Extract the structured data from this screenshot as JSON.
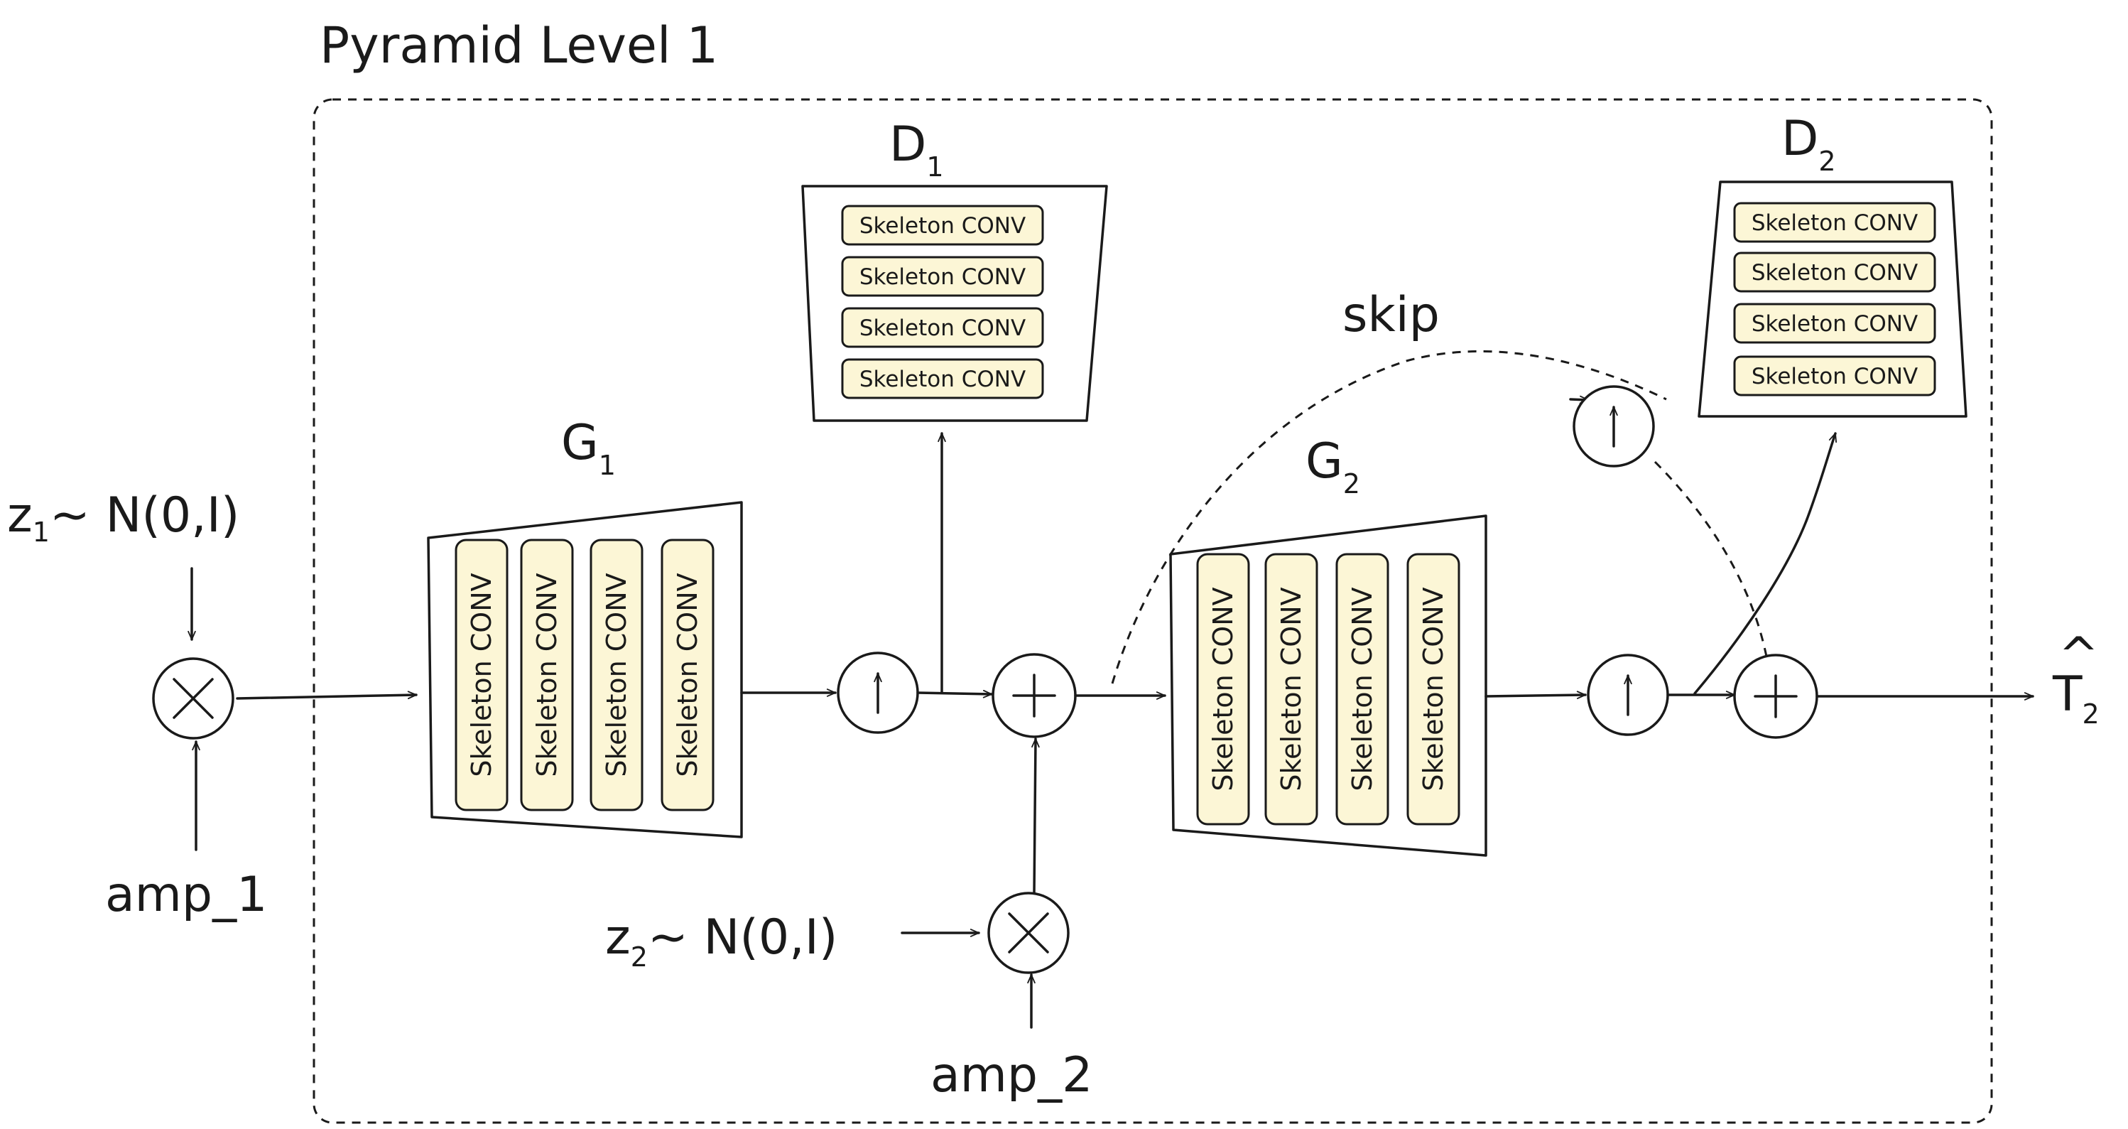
{
  "title": "Pyramid Level 1",
  "inputs": {
    "z1": {
      "main": "z",
      "sub": "1",
      "rest": "~ N(0,I)"
    },
    "amp1": "amp_1",
    "z2": {
      "main": "z",
      "sub": "2",
      "rest": "~ N(0,I)"
    },
    "amp2": "amp_2"
  },
  "generators": {
    "g1": {
      "main": "G",
      "sub": "1"
    },
    "g2": {
      "main": "G",
      "sub": "2"
    }
  },
  "discriminators": {
    "d1": {
      "main": "D",
      "sub": "1"
    },
    "d2": {
      "main": "D",
      "sub": "2"
    }
  },
  "block_label": "Skeleton CONV",
  "skip_label": "skip",
  "output": {
    "main": "T",
    "hat": "^",
    "sub": "2"
  },
  "ops": {
    "multiply": "×",
    "add": "+",
    "upsample": "↑"
  }
}
